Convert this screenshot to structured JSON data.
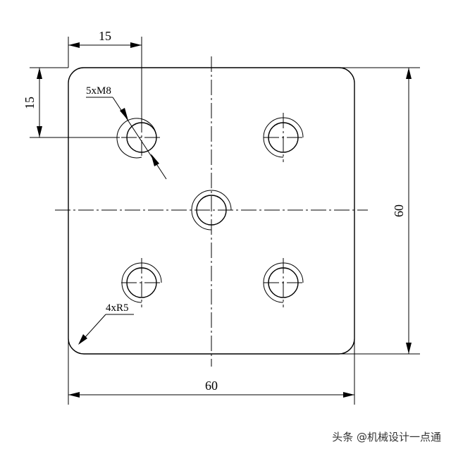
{
  "dims": {
    "top_offset": "15",
    "left_offset": "15",
    "right_size": "60",
    "bottom_size": "60"
  },
  "callouts": {
    "holes": "5xM8",
    "radius": "4xR5"
  },
  "watermark": "头条 @机械设计一点通"
}
